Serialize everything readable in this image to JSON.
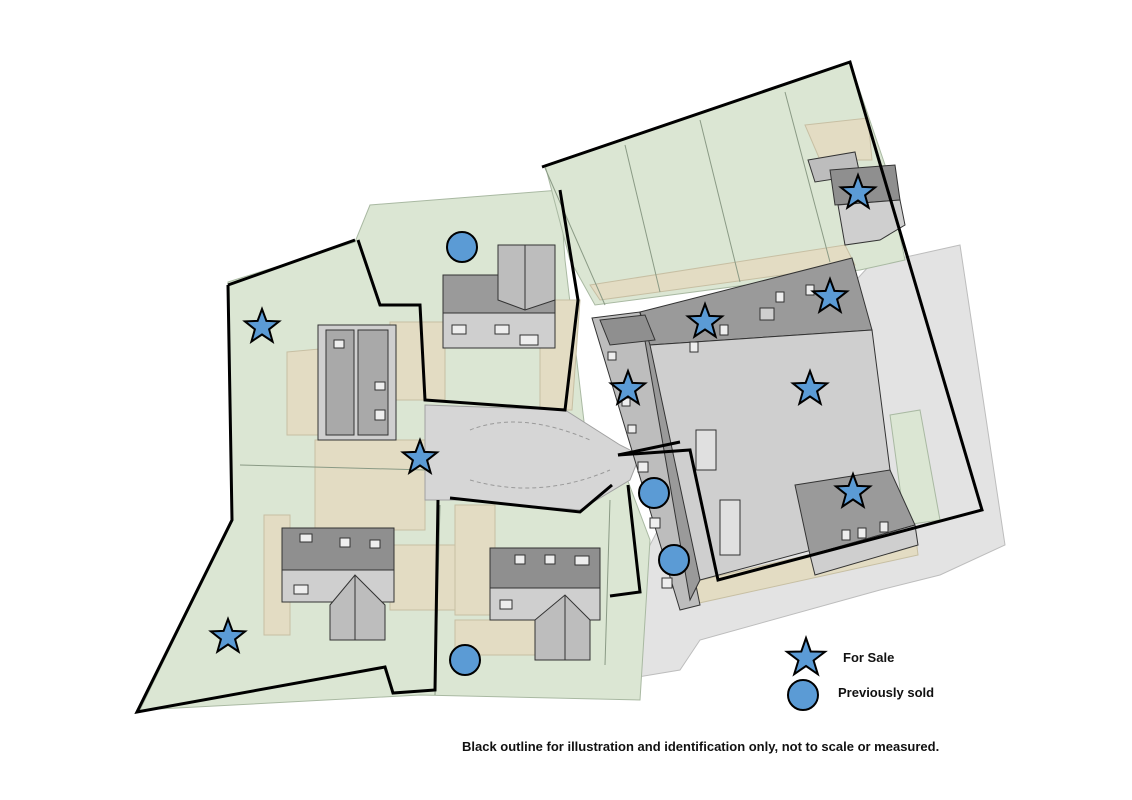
{
  "map": {
    "colors": {
      "garden": "#dbe6d3",
      "garden_stroke": "#a9b9a2",
      "paving": "#e3dcc3",
      "road": "#d3d3d3",
      "roof_light": "#c9c9c9",
      "roof_dark": "#8f8f8f",
      "boundary": "#000000",
      "marker_fill": "#5b9bd5",
      "marker_stroke": "#000000"
    }
  },
  "legend": {
    "for_sale": {
      "label": "For Sale",
      "icon": "star-icon"
    },
    "previously_sold": {
      "label": "Previously sold",
      "icon": "circle-icon"
    }
  },
  "disclaimer": "Black outline for illustration and identification only, not to scale or measured.",
  "plots": {
    "for_sale_count": 9,
    "previously_sold_count": 4
  }
}
